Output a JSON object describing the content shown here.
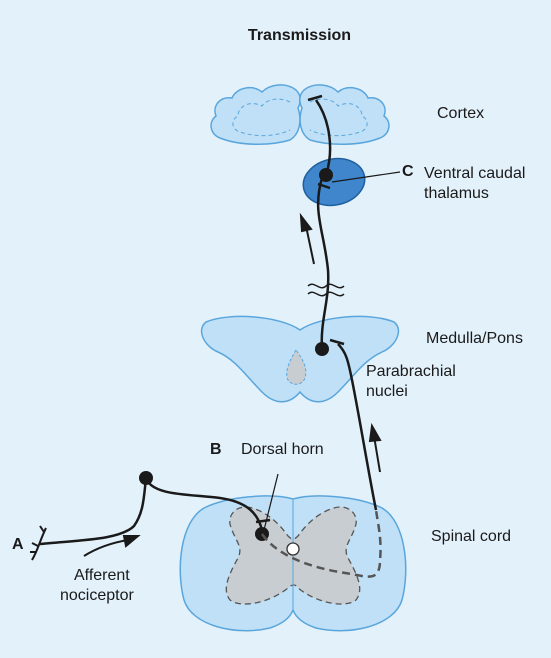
{
  "title": "Transmission",
  "labels": {
    "cortex": "Cortex",
    "c_letter": "C",
    "thalamus_line1": "Ventral caudal",
    "thalamus_line2": "thalamus",
    "medulla": "Medulla/Pons",
    "parabrachial_line1": "Parabrachial",
    "parabrachial_line2": "nuclei",
    "b_letter": "B",
    "dorsal_horn": "Dorsal horn",
    "a_letter": "A",
    "afferent_line1": "Afferent",
    "afferent_line2": "nociceptor",
    "spinal_cord": "Spinal cord"
  },
  "colors": {
    "background": "#e3f1fb",
    "tissue_fill": "#bfe0f7",
    "tissue_stroke": "#5aa6dc",
    "thalamus_fill": "#3f86cc",
    "gray_matter": "#c8cdd2",
    "neuron": "#1a1a1a"
  }
}
